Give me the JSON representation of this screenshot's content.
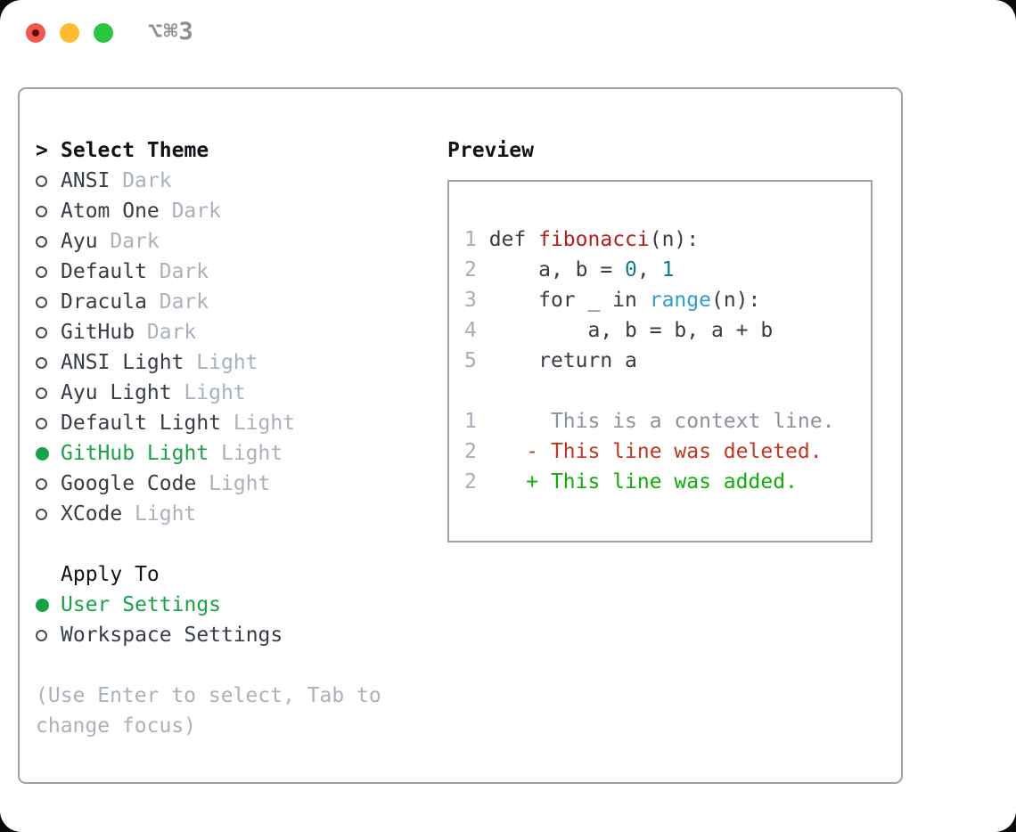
{
  "titlebar": {
    "title": "⌥⌘3"
  },
  "theme_panel": {
    "header": {
      "prompt": ">",
      "label": "Select Theme"
    },
    "themes": [
      {
        "name": "ANSI",
        "variant": "Dark",
        "selected": false
      },
      {
        "name": "Atom One",
        "variant": "Dark",
        "selected": false
      },
      {
        "name": "Ayu",
        "variant": "Dark",
        "selected": false
      },
      {
        "name": "Default",
        "variant": "Dark",
        "selected": false
      },
      {
        "name": "Dracula",
        "variant": "Dark",
        "selected": false
      },
      {
        "name": "GitHub",
        "variant": "Dark",
        "selected": false
      },
      {
        "name": "ANSI Light",
        "variant": "Light",
        "selected": false
      },
      {
        "name": "Ayu Light",
        "variant": "Light",
        "selected": false
      },
      {
        "name": "Default Light",
        "variant": "Light",
        "selected": false
      },
      {
        "name": "GitHub Light",
        "variant": "Light",
        "selected": true
      },
      {
        "name": "Google Code",
        "variant": "Light",
        "selected": false
      },
      {
        "name": "XCode",
        "variant": "Light",
        "selected": false
      }
    ],
    "apply_to": {
      "label": "Apply To",
      "options": [
        {
          "name": "User Settings",
          "selected": true
        },
        {
          "name": "Workspace Settings",
          "selected": false
        }
      ]
    },
    "hint": "(Use Enter to select, Tab to change focus)"
  },
  "preview": {
    "label": "Preview",
    "code_lines": [
      {
        "num": "1",
        "tokens": [
          [
            " def ",
            "fg"
          ],
          [
            "fibonacci",
            "func"
          ],
          [
            "(n):",
            "fg"
          ]
        ]
      },
      {
        "num": "2",
        "tokens": [
          [
            "     a, b = ",
            "fg"
          ],
          [
            "0",
            "num"
          ],
          [
            ", ",
            "fg"
          ],
          [
            "1",
            "num"
          ]
        ]
      },
      {
        "num": "3",
        "tokens": [
          [
            "     for _ in ",
            "fg"
          ],
          [
            "range",
            "builtin"
          ],
          [
            "(n):",
            "fg"
          ]
        ]
      },
      {
        "num": "4",
        "tokens": [
          [
            "         a, b = b, a + b",
            "fg"
          ]
        ]
      },
      {
        "num": "5",
        "tokens": [
          [
            "     return a",
            "fg"
          ]
        ]
      }
    ],
    "diff_lines": [
      {
        "num": "1",
        "tokens": [
          [
            "      This is a context line.",
            "context"
          ]
        ]
      },
      {
        "num": "2",
        "tokens": [
          [
            "    - This line was deleted.",
            "deleted"
          ]
        ]
      },
      {
        "num": "2",
        "tokens": [
          [
            "    + This line was added.",
            "added"
          ]
        ]
      }
    ]
  },
  "colors": {
    "accent_green": "#16a348",
    "added_green": "#0db004",
    "deleted_red": "#c2361f",
    "function_red": "#b0211c",
    "number_teal": "#0d7d8c",
    "builtin_blue": "#2f9dcb",
    "context_gray": "#8b9299",
    "muted_gray": "#a9b1bb",
    "line_number_gray": "#a4adbb",
    "foreground": "#363d45",
    "header_black": "#101418",
    "border_gray": "#9aa2ac",
    "titlebar_gray": "#8c8e92",
    "traffic_red": "#f4564d",
    "traffic_red_dot": "#541008",
    "traffic_yellow": "#fdbc2e",
    "traffic_green": "#28c73f"
  }
}
